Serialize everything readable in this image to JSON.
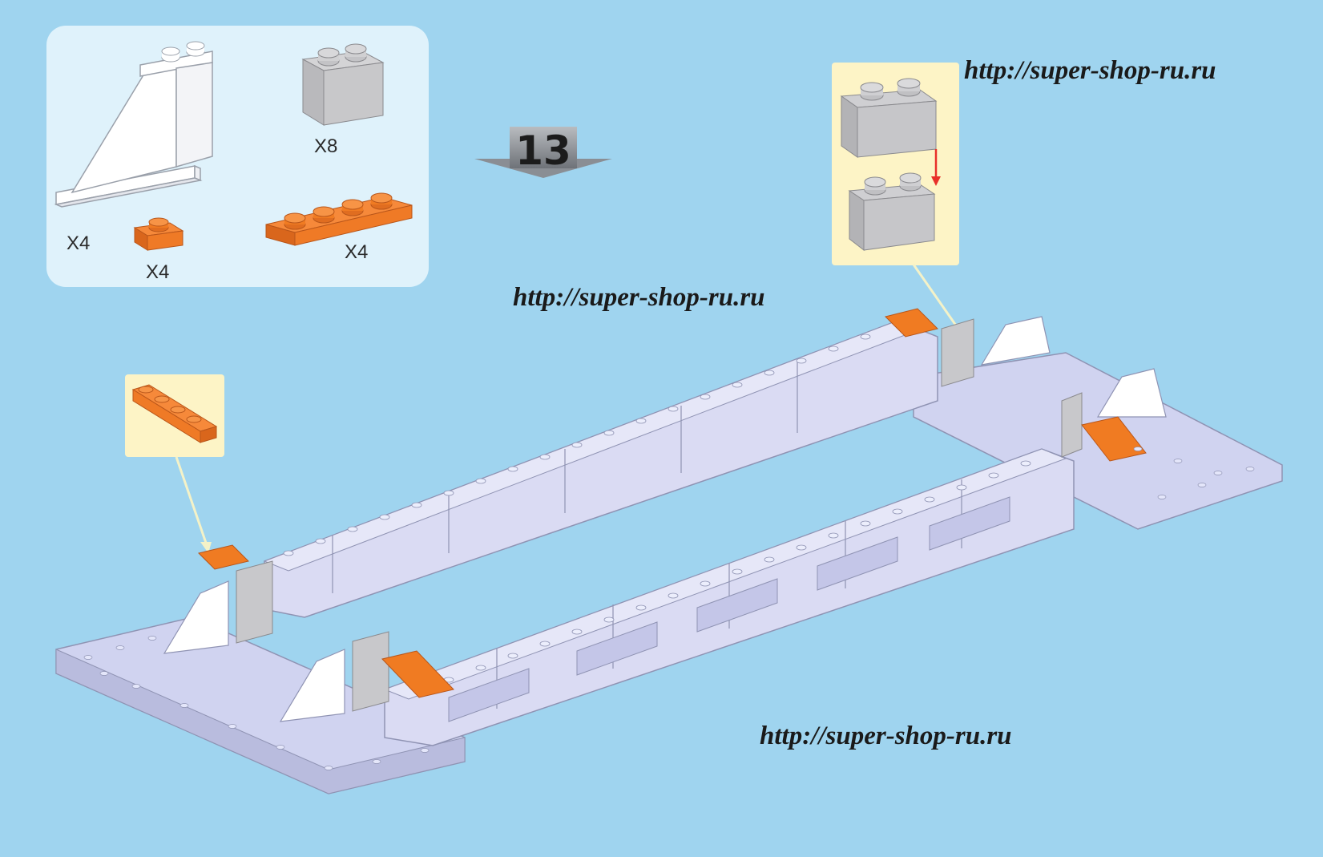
{
  "step": {
    "number": "13"
  },
  "parts": {
    "tail_fin": {
      "qty": "X4",
      "icon": "tail-fin-brick",
      "color": "#ffffff"
    },
    "grey_brick_1x2": {
      "qty": "X8",
      "icon": "grey-brick-1x2",
      "color": "#c6c6c8"
    },
    "orange_plate_1x1": {
      "qty": "X4",
      "icon": "orange-plate-1x1",
      "color": "#f07b22"
    },
    "orange_plate_1x4": {
      "qty": "X4",
      "icon": "orange-plate-1x4",
      "color": "#f07b22"
    }
  },
  "watermarks": {
    "top_right": "http://super-shop-ru.ru",
    "center": "http://super-shop-ru.ru",
    "bottom": "http://super-shop-ru.ru"
  },
  "colors": {
    "background": "#9fd4ef",
    "panel": "#dff2fb",
    "callout": "#fdf4c6",
    "model": "#d9daf2",
    "orange": "#f07b22",
    "arrow": "#e8302a"
  }
}
